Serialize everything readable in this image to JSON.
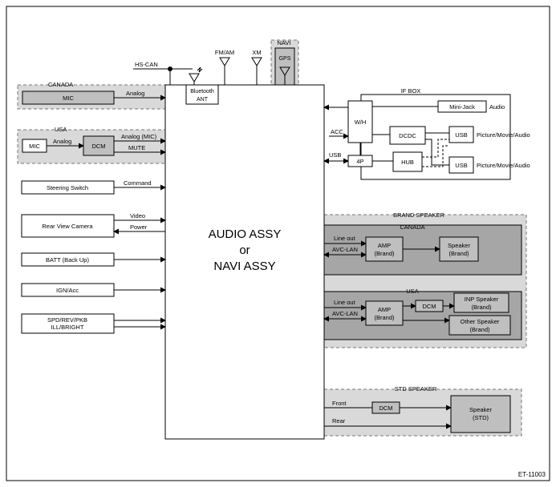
{
  "main": {
    "line1": "AUDIO ASSY",
    "line2": "or",
    "line3": "NAVI ASSY"
  },
  "antennas": {
    "hscan": "HS-CAN",
    "fmam": "FM/AM",
    "xm": "XM",
    "navi": "NAVI",
    "gps": "GPS",
    "bt1": "Bluetooth",
    "bt2": "ANT"
  },
  "left": {
    "canada": "CANADA",
    "mic": "MIC",
    "analog": "Analog",
    "usa": "USA",
    "mic2": "MIC",
    "analog2": "Analog",
    "dcm": "DCM",
    "analog_mic": "Analog (MIC)",
    "mute": "MUTE",
    "steering": "Steering Switch",
    "command": "Command",
    "camera": "Rear View Camera",
    "video": "Video",
    "power": "Power",
    "batt": "BATT (Back Up)",
    "ign": "IGN/Acc",
    "spd1": "SPD/REV/PKB",
    "spd2": "ILL/BRIGHT"
  },
  "ifbox": {
    "title": "IF BOX",
    "wh": "W/H",
    "minijack": "Mini-Jack",
    "audio": "Audio",
    "acc": "ACC",
    "dcdc": "DCDC",
    "usb_box1": "USB",
    "usb_box2": "USB",
    "usb_in": "USB",
    "fourp": "4P",
    "hub": "HUB",
    "pma1": "Picture/Movie/Audio",
    "pma2": "Picture/Movie/Audio"
  },
  "brand": {
    "title": "BRAND SPEAKER",
    "canada": "CANADA",
    "lineout": "Line out",
    "avclan": "AVC-LAN",
    "amp1": "AMP",
    "amp2": "(Brand)",
    "spk1": "Speaker",
    "spk2": "(Brand)",
    "usa": "USA",
    "lineout2": "Line out",
    "avclan2": "AVC-LAN",
    "amp3": "AMP",
    "amp4": "(Brand)",
    "dcm": "DCM",
    "inp1": "INP Speaker",
    "inp2": "(Brand)",
    "oth1": "Other Speaker",
    "oth2": "(Brand)"
  },
  "std": {
    "title": "STD SPEAKER",
    "front": "Front",
    "rear": "Rear",
    "dcm": "DCM",
    "spk1": "Speaker",
    "spk2": "(STD)"
  },
  "code": "ET-11003"
}
